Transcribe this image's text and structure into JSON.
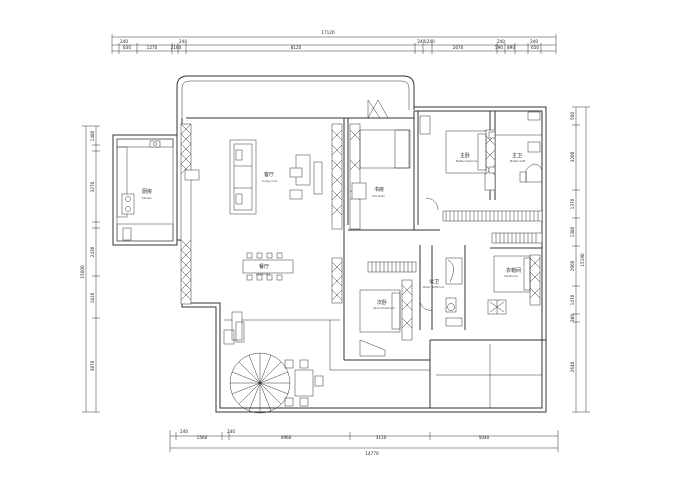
{
  "dimensions": {
    "top_total": "17120",
    "top_row1": [
      "240",
      "240",
      "240",
      "240",
      "240",
      "240",
      "240",
      "240"
    ],
    "top_row2": [
      "830",
      "1270",
      "2160",
      "8120",
      "240",
      "2670",
      "590",
      "890",
      "650"
    ],
    "top_row2b": [
      "240|240",
      "240",
      "240"
    ],
    "bottom_total": "14770",
    "bottom_row": [
      "240",
      "1560",
      "240",
      "4960",
      "3110",
      "5040"
    ],
    "left_total": "15000",
    "left_row": [
      "1480",
      "240",
      "3270",
      "240",
      "2430",
      "1810",
      "3870"
    ],
    "right_total": "15190",
    "right_row": [
      "560",
      "3200",
      "1370",
      "1380",
      "2960",
      "1470",
      "380",
      "2640"
    ]
  },
  "rooms": {
    "kitchen": {
      "cn": "厨房",
      "en": "Kitchen"
    },
    "living": {
      "cn": "客厅",
      "en": "Living room"
    },
    "study": {
      "cn": "书房",
      "en": "The study"
    },
    "dining": {
      "cn": "餐厅",
      "en": "Restaurant"
    },
    "master_bedroom": {
      "cn": "主卧",
      "en": "Master bedroom"
    },
    "master_bath": {
      "cn": "主卫",
      "en": "Master bath"
    },
    "public_bath": {
      "cn": "公卫",
      "en": "Public Bathroom"
    },
    "second_bedroom": {
      "cn": "次卧",
      "en": "Second bedroom"
    },
    "cloakroom": {
      "cn": "衣帽间",
      "en": "Cloakroom"
    }
  }
}
